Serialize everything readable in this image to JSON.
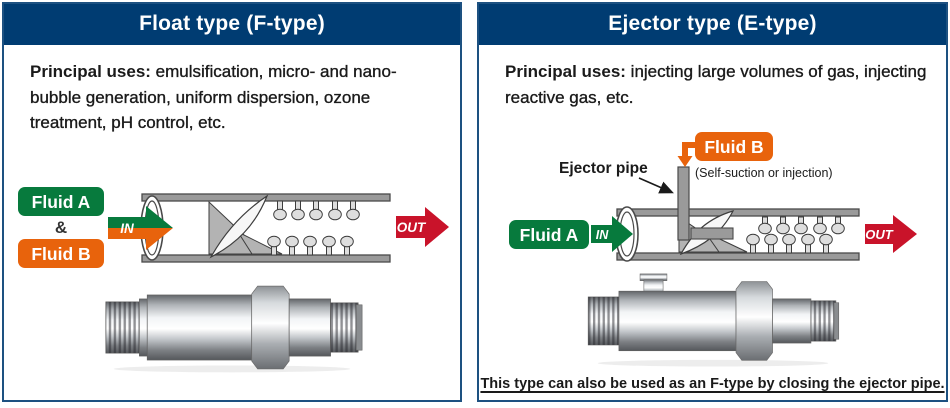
{
  "colors": {
    "header_navy": "#003c72",
    "panel_border": "#1d5181",
    "fluid_a_green": "#077a3d",
    "fluid_b_orange": "#e8630c",
    "out_red": "#c9132a",
    "pipe_gray": "#9a9a9a",
    "outline_gray": "#4a4a4a"
  },
  "left_panel": {
    "title": "Float type (F-type)",
    "uses_label": "Principal uses:",
    "uses_text": " emulsification, micro- and nano-bubble generation, uniform dispersion, ozone treatment, pH control, etc.",
    "fluid_a": "Fluid A",
    "ampersand": "&",
    "fluid_b": "Fluid B",
    "in_label": "IN",
    "out_label": "OUT"
  },
  "right_panel": {
    "title": "Ejector type (E-type)",
    "uses_label": "Principal uses:",
    "uses_text": " injecting large volumes of gas, injecting reactive gas, etc.",
    "ejector_pipe_label": "Ejector pipe",
    "fluid_b": "Fluid B",
    "fluid_b_note": "(Self-suction or injection)",
    "fluid_a": "Fluid A",
    "in_label": "IN",
    "out_label": "OUT",
    "footnote": "This type can also be used as an F-type by closing the ejector pipe."
  }
}
